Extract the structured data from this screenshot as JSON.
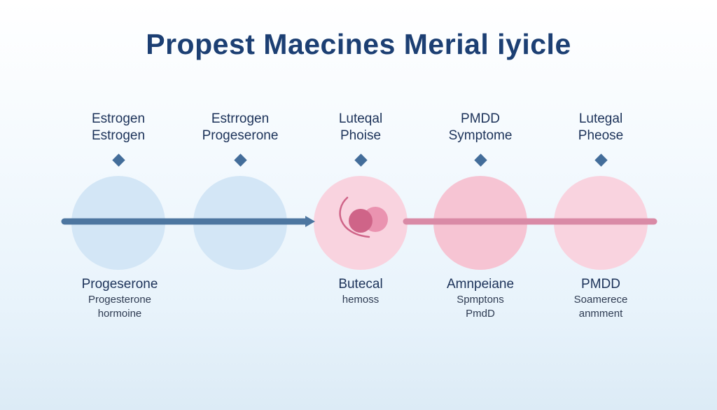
{
  "title": "Propest Maecines Merial iyicle",
  "colors": {
    "title": "#1c3f73",
    "text_dark": "#1c3259",
    "text_muted": "#2e3b52",
    "marker": "#436d9a",
    "line_blue": "#4d76a0",
    "line_pink": "#d98aa6",
    "circle_blue": "#d3e6f6",
    "circle_pink": "#f9d3df",
    "circle_pink_mid": "#f6c4d3",
    "accent_dark_pink": "#cf6488",
    "accent_light_pink": "#ea93b0"
  },
  "stages": [
    {
      "top": [
        "Estrogen",
        "Estrogen"
      ],
      "bottom_heading": "Progeserone",
      "bottom_sub": [
        "Progesterone",
        "hormoine"
      ],
      "circle": "blue"
    },
    {
      "top": [
        "Estrrogen",
        "Progeserone"
      ],
      "bottom_heading": "",
      "bottom_sub": [],
      "circle": "blue"
    },
    {
      "top": [
        "Luteqal",
        "Phoise"
      ],
      "bottom_heading": "Butecal",
      "bottom_sub": [
        "hemoss"
      ],
      "circle": "pink-light"
    },
    {
      "top": [
        "PMDD",
        "Symptome"
      ],
      "bottom_heading": "Amnpeiane",
      "bottom_sub": [
        "Spmptons",
        "PmdD"
      ],
      "circle": "pink"
    },
    {
      "top": [
        "Lutegal",
        "Pheose"
      ],
      "bottom_heading": "PMDD",
      "bottom_sub": [
        "Soamerece",
        "anmment"
      ],
      "circle": "pink-light"
    }
  ],
  "icons": {
    "marker": "diamond-marker-icon",
    "arrow": "arrow-right-icon",
    "center_graphic": "ovary-cell-icon"
  }
}
